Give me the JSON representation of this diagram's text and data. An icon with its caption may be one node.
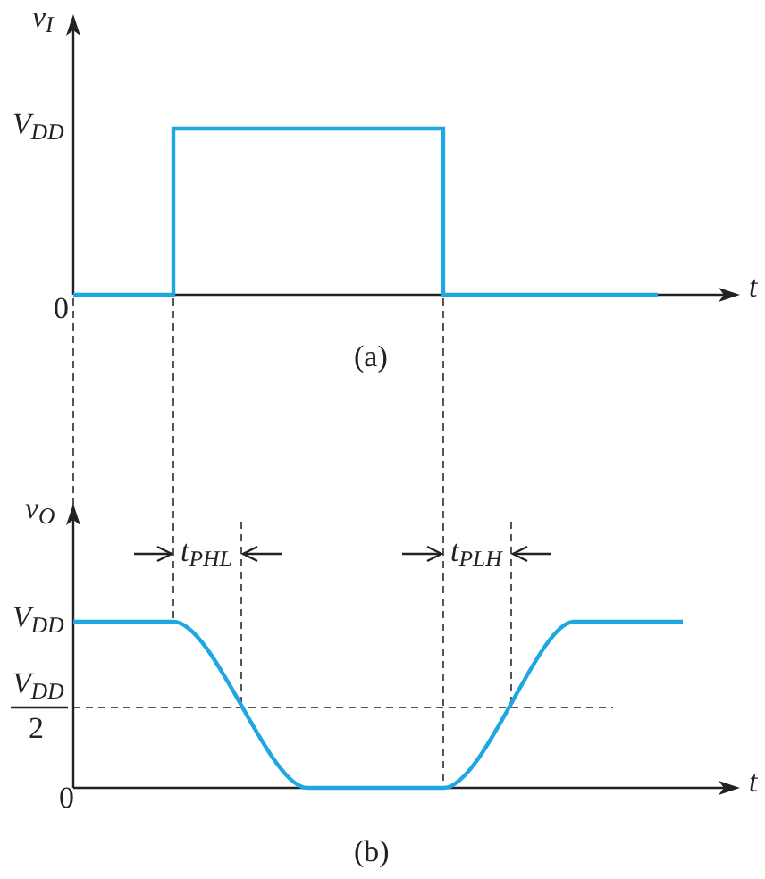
{
  "diagram": {
    "labels": [
      "v$_{I}$",
      "V$_{DD}$",
      "0",
      "t",
      "(a)",
      "v$_{O}$",
      "t$_{PHL}$",
      "t$_{PLH}$",
      "V$_{DD}$",
      "V$_{DD}$",
      "2",
      "0",
      "t",
      "(b)"
    ]
  }
}
